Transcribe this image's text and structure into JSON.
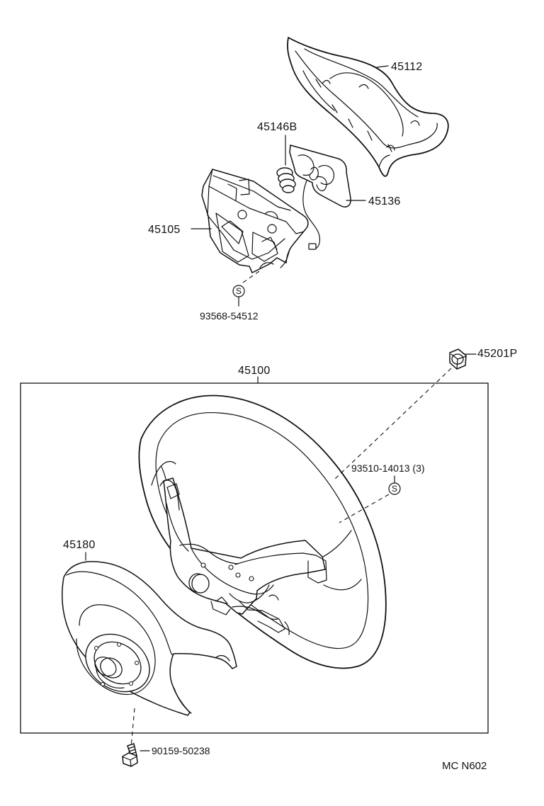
{
  "labels": {
    "part_45112": "45112",
    "part_45146b": "45146B",
    "part_45136": "45136",
    "part_45105": "45105",
    "part_93568": "93568-54512",
    "part_45100": "45100",
    "part_45201p": "45201P",
    "part_93510": "93510-14013 (3)",
    "part_45180": "45180",
    "part_90159": "90159-50238",
    "drawing_code": "MC N602",
    "s_symbol": "S"
  },
  "icons": {
    "ring_symbol": "circle-s-icon",
    "bolt_symbol": "bolt-icon",
    "nut_symbol": "nut-icon"
  },
  "colors": {
    "ink": "#111111",
    "paper": "#ffffff"
  }
}
